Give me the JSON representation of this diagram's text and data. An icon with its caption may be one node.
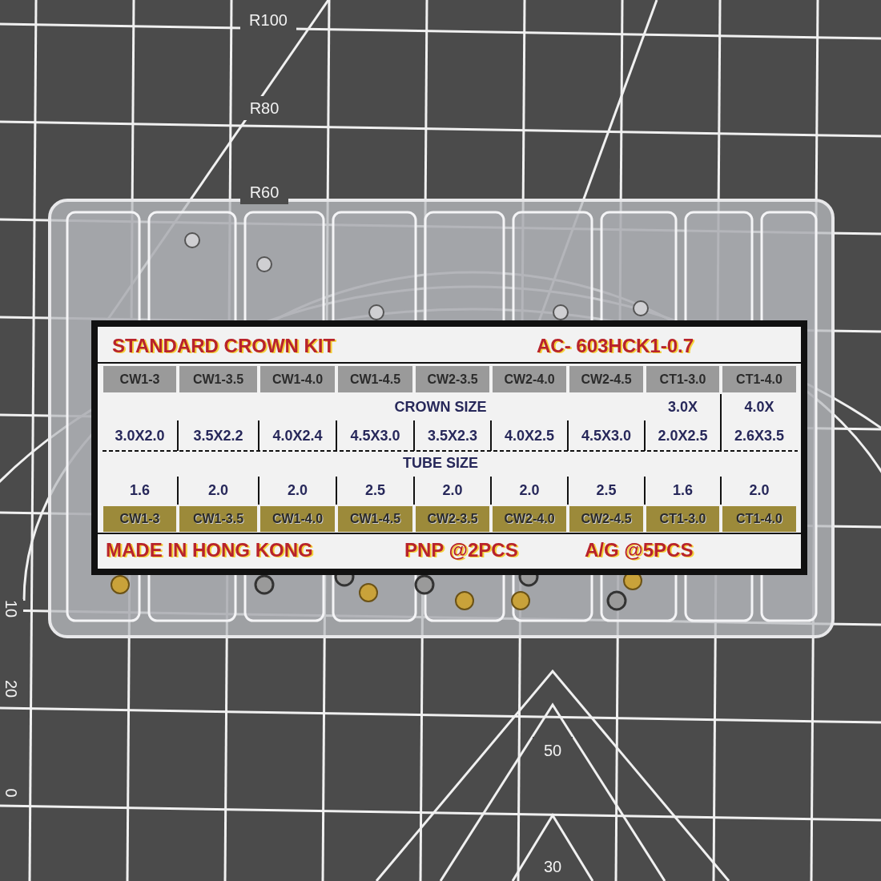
{
  "diagram": {
    "labels": [
      "R100",
      "R80",
      "R60",
      "STANDARD CROWN KIT",
      "AC- 603HCK1-0.7",
      "CW1-3",
      "CW1-3.5",
      "CW1-4.0",
      "CW1-4.5",
      "CW2-3.5",
      "CW2-4.0",
      "CW2-4.5",
      "CT1-3.0",
      "CT1-4.0",
      "CROWN SIZE",
      "3.0X",
      "4.0X",
      "3.0X2.0",
      "3.5X2.2",
      "4.0X2.4",
      "4.5X3.0",
      "3.5X2.3",
      "4.0X2.5",
      "4.5X3.0",
      "2.0X2.5",
      "2.6X3.5",
      "TUBE SIZE",
      "1.6",
      "2.0",
      "2.0",
      "2.5",
      "2.0",
      "2.0",
      "2.5",
      "1.6",
      "2.0",
      "CW1-3",
      "CW1-3.5",
      "CW1-4.0",
      "CW1-4.5",
      "CW2-3.5",
      "CW2-4.0",
      "CW2-4.5",
      "CT1-3.0",
      "CT1-4.0",
      "MADE IN HONG KONG",
      "PNP @2PCS",
      "A/G @5PCS",
      "20",
      "10",
      "0",
      "50",
      "30"
    ]
  }
}
